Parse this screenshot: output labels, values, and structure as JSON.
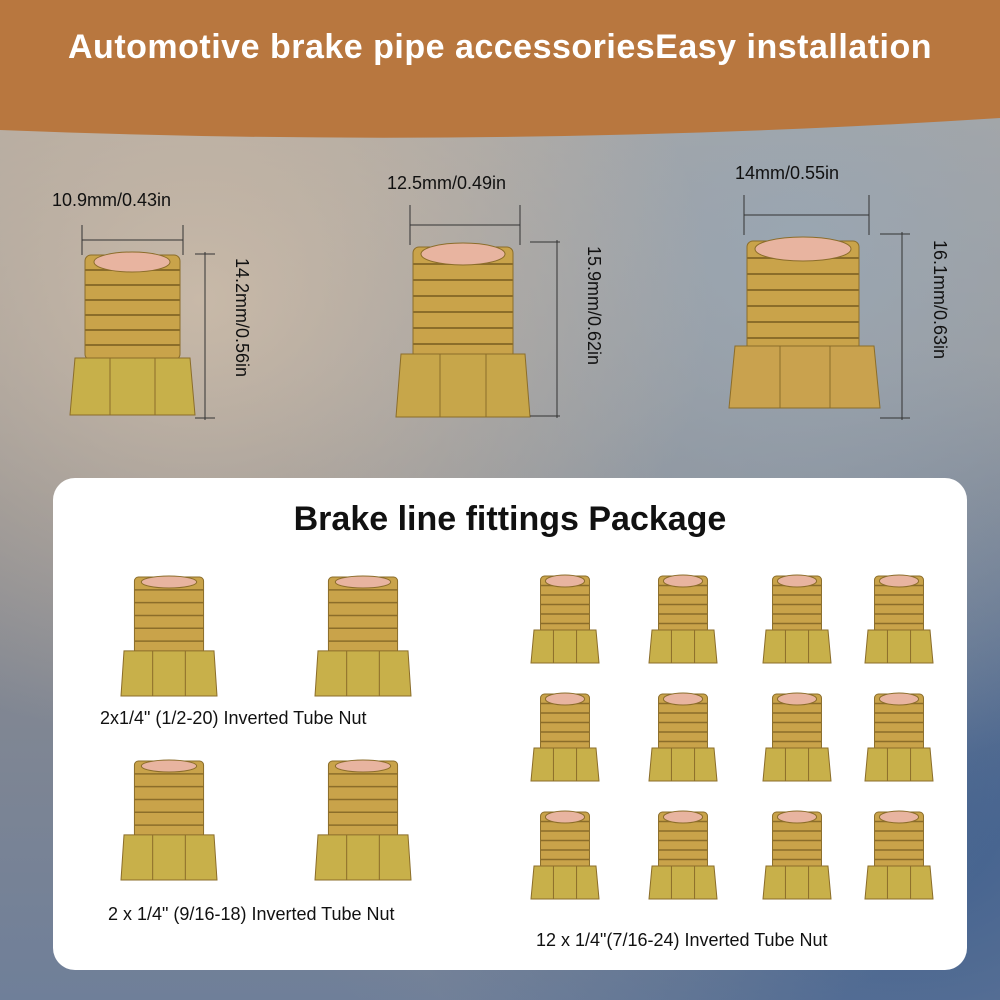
{
  "banner": {
    "title": "Automotive brake pipe accessoriesEasy installation",
    "color": "#b8773f"
  },
  "fittings": [
    {
      "width_label": "10.9mm/0.43in",
      "height_label": "14.2mm/0.56in"
    },
    {
      "width_label": "12.5mm/0.49in",
      "height_label": "15.9mm/0.62in"
    },
    {
      "width_label": "14mm/0.55in",
      "height_label": "16.1mm/0.63in"
    }
  ],
  "package": {
    "title": "Brake line fittings Package",
    "groups": [
      {
        "caption": "2x1/4\" (1/2-20) Inverted Tube Nut"
      },
      {
        "caption": "2 x 1/4\" (9/16-18) Inverted Tube Nut"
      },
      {
        "caption": "12 x 1/4\"(7/16-24) Inverted Tube Nut"
      }
    ]
  }
}
